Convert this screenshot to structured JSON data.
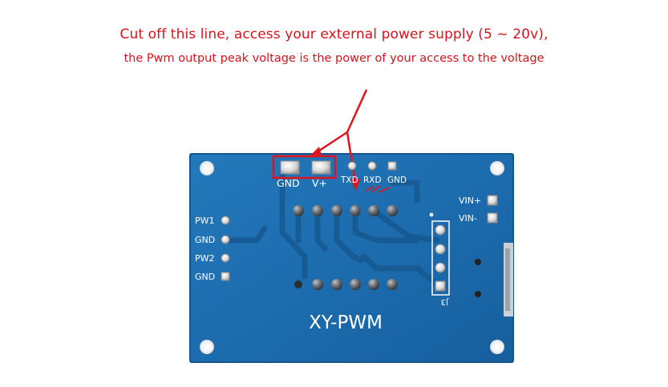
{
  "caption": {
    "line1": "Cut off this line, access your external power supply (5 ~ 20v),",
    "line2": "the Pwm output peak voltage is the power of your access to the voltage"
  },
  "board": {
    "model": "XY-PWM",
    "top_labels": {
      "gnd": "GND",
      "vplus": "V+"
    },
    "serial_labels": {
      "txd": "TXD",
      "rxd": "RXD",
      "gnd": "GND"
    },
    "left_pins": [
      "PW1",
      "GND",
      "PW2",
      "GND"
    ],
    "right_pins": [
      "VIN+",
      "VIN-"
    ],
    "header_label": "J3"
  },
  "colors": {
    "annotation": "#d8141c",
    "pcb": "#1b6fb0",
    "pcb_trace": "#1a5f99",
    "silkscreen": "#ffffff"
  }
}
